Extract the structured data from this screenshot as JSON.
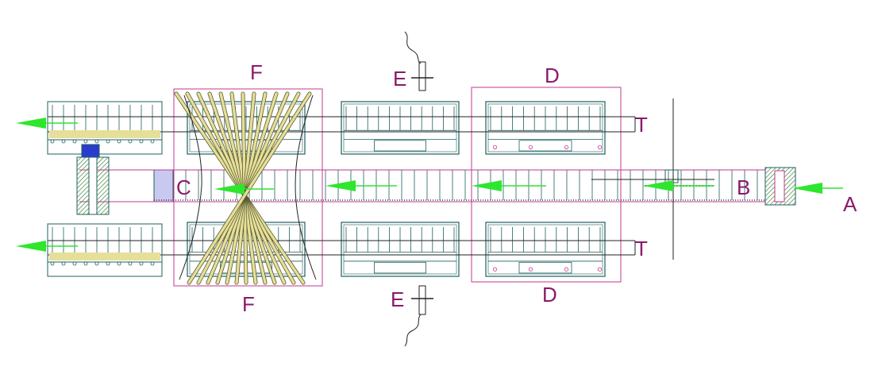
{
  "labels": {
    "A": "A",
    "B": "B",
    "C": "C",
    "D_top": "D",
    "D_bottom": "D",
    "E_top": "E",
    "E_bottom": "E",
    "F_top": "F",
    "F_bottom": "F",
    "T_top": "T",
    "T_bottom": "T"
  },
  "colors": {
    "label": "#8a1a6a",
    "zone_outline": "#c2378f",
    "machine": "#1f5f5f",
    "arrow": "#2ee62e",
    "yellow": "#e6df9a",
    "purple_pad": "#c9c9f0",
    "hatch_green": "#4c8c4c",
    "blue_part": "#2a3ccc",
    "line": "#222222"
  },
  "icons": {
    "arrows": "green-flow-arrow",
    "section_marks": "section-cut-mark"
  }
}
